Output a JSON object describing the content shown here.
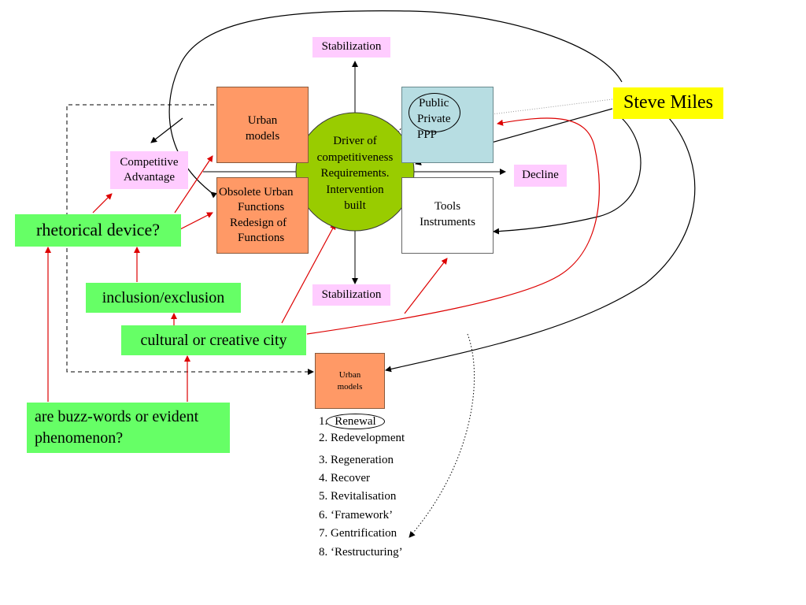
{
  "colors": {
    "pink": "#ffccff",
    "orange": "#ff9966",
    "blue": "#b7dde2",
    "green": "#66ff66",
    "circle": "#99cc00",
    "yellow": "#ffff00",
    "arrow_red": "#dd0000",
    "arrow_black": "#000000"
  },
  "nodes": {
    "stabilization_top": "Stabilization",
    "stabilization_bottom": "Stabilization",
    "decline": "Decline",
    "competitive_advantage": [
      "Competitive",
      "Advantage"
    ],
    "urban_models_top": [
      "Urban",
      "models"
    ],
    "obsolete": [
      "Obsolete Urban",
      "Functions",
      "Redesign of",
      "Functions"
    ],
    "public_private": [
      "Public",
      "Private",
      "PPP"
    ],
    "tools": [
      "Tools",
      "Instruments"
    ],
    "driver": [
      "Driver of",
      "competitiveness",
      "Requirements.",
      "Intervention",
      "built"
    ],
    "steve_miles": "Steve Miles",
    "rhetorical": "rhetorical device?",
    "inclusion": "inclusion/exclusion",
    "cultural": "cultural or creative city",
    "buzz": [
      "are buzz-words or evident",
      "phenomenon?"
    ],
    "urban_models_small": [
      "Urban",
      "models"
    ]
  },
  "urban_list": [
    "Renewal",
    "2. Redevelopment",
    "3. Regeneration",
    "4. Recover",
    "5. Revitalisation",
    "6. ‘Framework’",
    "7. Gentrification",
    "8. ‘Restructuring’"
  ],
  "urban_list_first_prefix": "1."
}
